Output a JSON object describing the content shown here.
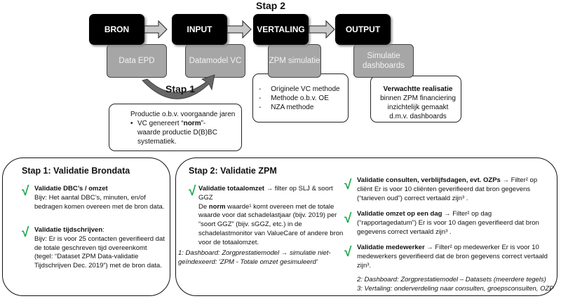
{
  "stap2_label": "Stap 2",
  "stap1_label": "Stap 1",
  "flow": [
    {
      "title": "BRON",
      "sub": "Data EPD"
    },
    {
      "title": "INPUT",
      "sub": "Datamodel VC"
    },
    {
      "title": "VERTALING",
      "sub": "ZPM simulatie"
    },
    {
      "title": "OUTPUT",
      "sub": "Simulatie dashboards"
    }
  ],
  "stap1_note": {
    "line": "Productie o.b.v. voorgaande jaren",
    "bullet_pre": "VC genereert “",
    "bullet_bold": "norm",
    "bullet_post": "”- waarde productie D(B)BC systematiek."
  },
  "methods": [
    "Originele VC methode",
    "Methode o.b.v. OE",
    "NZA methode"
  ],
  "output_note": {
    "bold": "Verwachtte realisatie",
    "rest": " binnen ZPM financiering inzichtelijk gemaakt d.m.v. dashboards"
  },
  "panel1": {
    "title": "Stap 1: Validatie Brondata",
    "items": [
      {
        "title": "Validatie DBC’s / omzet",
        "text": "Bijv: Het aantal DBC’s, minuten, en/of bedragen komen overeen met de bron data."
      },
      {
        "title": "Validatie tijdschrijven",
        "text": "Bijv: Er is voor 25 contacten geverifieerd dat de totale geschreven tijd overeenkomt (tegel: “Dataset ZPM Data-validatie Tijdschrijven Dec. 2019”) met de bron data."
      }
    ]
  },
  "panel2": {
    "title": "Stap 2: Validatie ZPM",
    "total": {
      "title": "Validatie totaalomzet",
      "filter": " → filter op SLJ & soort GGZ",
      "pre": "De ",
      "bold": "norm",
      "post": " waarde¹ komt overeen met de totale waarde voor dat schadelastjaar (bijv. 2019) per “soort GGZ” (bijv. sGGZ, etc.) in de schadelastmonitor van ValueCare of andere bron voor de totaalomzet."
    },
    "footnote1": "1: Dashboard: Zorgprestatiemodel → simulatie niet-geïndexeerd: 'ZPM - Totale omzet gesimuleerd'",
    "items": [
      {
        "title": "Validatie consulten, verblijfsdagen, evt. OZPs",
        "text": " → Filter² op cliënt Er is voor 10 cliënten geverifieerd dat bron gegevens (“tarieven oud”) correct vertaald zijn³ ."
      },
      {
        "title": "Validatie omzet op een dag",
        "text": " → Filter² op dag (“rapportagedatum”) Er is voor 10 dagen geverifieerd dat bron gegevens correct vertaald zijn³ ."
      },
      {
        "title": "Validatie medewerker",
        "text": " → Filter² op medewerker Er is voor 10 medewerkers geverifieerd dat de bron gegevens correct vertaald zijn³."
      }
    ],
    "footnote2": "2: Dashboard: Zorgprestatiemodel – Datasets (meerdere tegels)",
    "footnote3": "3: Vertaling: onderverdeling naar consulten, groepsconsulten, OZP"
  },
  "colors": {
    "check": "#19a84a",
    "box_dark": "#000000",
    "box_gray": "#a6a6a6"
  }
}
